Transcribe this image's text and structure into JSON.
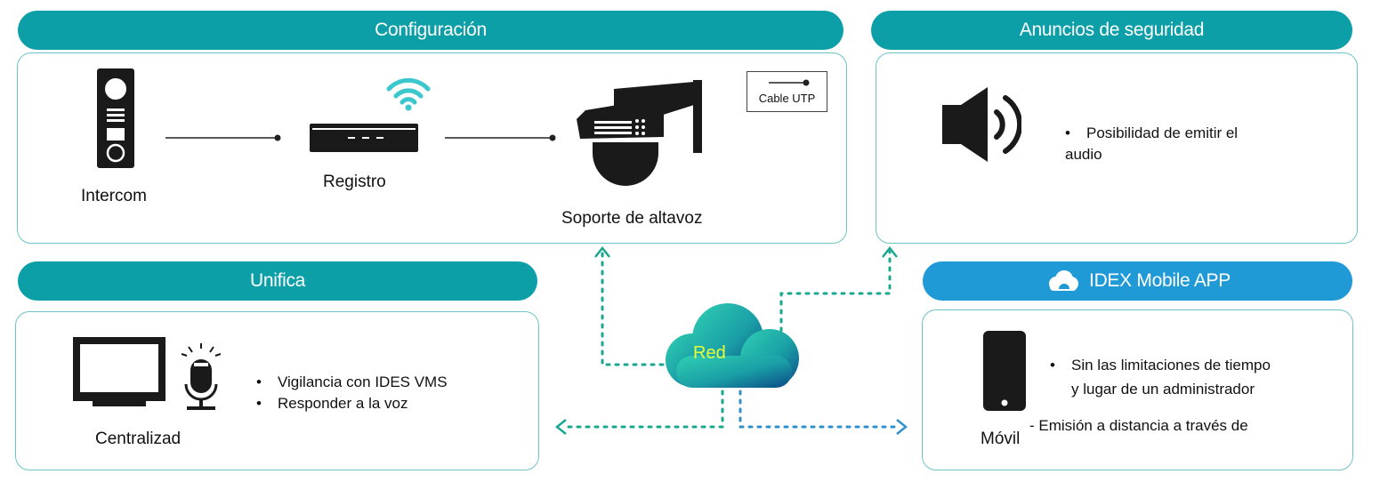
{
  "sections": {
    "config": {
      "title": "Configuración",
      "intercom": "Intercom",
      "registro": "Registro",
      "altavoz": "Soporte de altavoz",
      "cable_legend": "Cable UTP"
    },
    "security": {
      "title": "Anuncios de seguridad",
      "bullet": "Posibilidad de emitir el audio"
    },
    "unifica": {
      "title": "Unifica",
      "bullets": [
        "Vigilancia con IDES VMS",
        "Responder a la voz"
      ],
      "device_label": "Centralizad"
    },
    "mobile": {
      "title": "IDEX Mobile APP",
      "bullet_line1": "Sin las limitaciones de tiempo",
      "bullet_line2": "y lugar de un administrador",
      "remote": "- Emisión a distancia a través de",
      "device_label": "Móvil"
    }
  },
  "network": {
    "label": "Red"
  },
  "colors": {
    "teal": "#0c9fa8",
    "blue": "#1f9ad6",
    "border": "#6fc3c8",
    "dotted": "#1aa78f",
    "cloud_label": "#e9ff3a"
  },
  "icons": [
    "intercom-icon",
    "nvr-recorder-icon",
    "wifi-icon",
    "speaker-dome-camera-icon",
    "cable-icon",
    "loudspeaker-icon",
    "monitor-icon",
    "microphone-icon",
    "cloud-icon",
    "smartphone-icon"
  ]
}
